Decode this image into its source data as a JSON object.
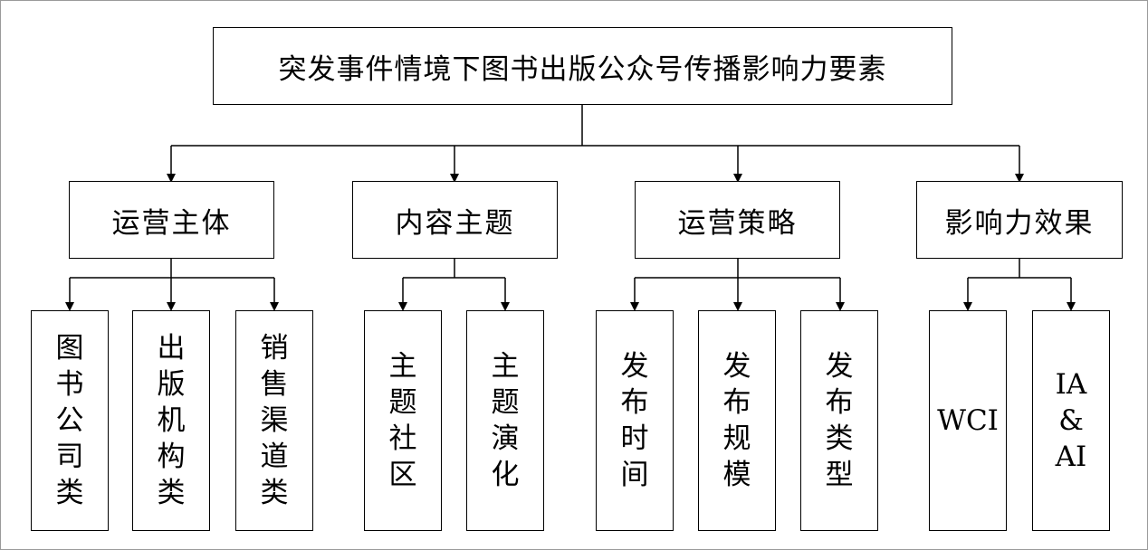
{
  "diagram": {
    "root": "突发事件情境下图书出版公众号传播影响力要素",
    "categories": [
      {
        "label": "运营主体",
        "children": [
          "图书公司类",
          "出版机构类",
          "销售渠道类"
        ]
      },
      {
        "label": "内容主题",
        "children": [
          "主题社区",
          "主题演化"
        ]
      },
      {
        "label": "运营策略",
        "children": [
          "发布时间",
          "发布规模",
          "发布类型"
        ]
      },
      {
        "label": "影响力效果",
        "children": [
          "WCI",
          "IA & AI"
        ]
      }
    ]
  }
}
